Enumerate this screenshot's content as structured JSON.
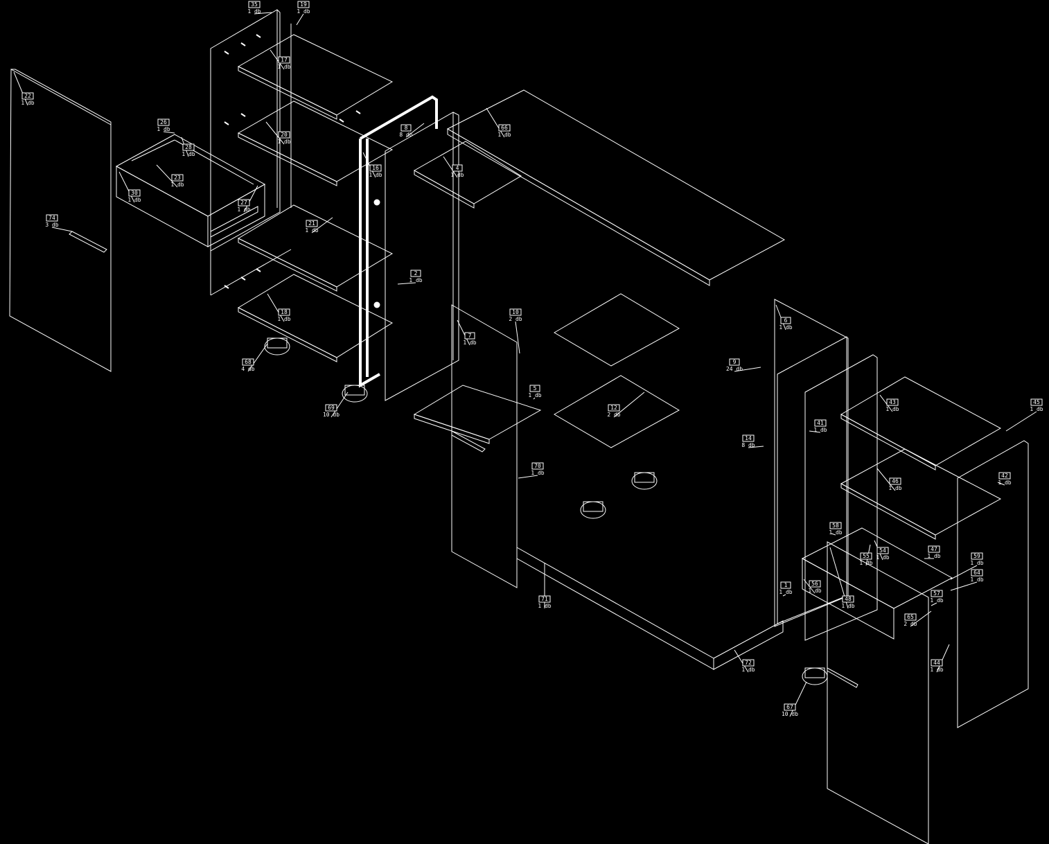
{
  "theme": {
    "background": "#000000",
    "stroke": "#ffffff"
  },
  "labels": [
    {
      "id": "l35",
      "part": "35",
      "qty": "1 db"
    },
    {
      "id": "l19",
      "part": "19",
      "qty": "1 db"
    },
    {
      "id": "l17",
      "part": "17",
      "qty": "1 db"
    },
    {
      "id": "l22",
      "part": "22",
      "qty": "1 db"
    },
    {
      "id": "l26",
      "part": "26",
      "qty": "1 db"
    },
    {
      "id": "l28",
      "part": "28",
      "qty": "1 db"
    },
    {
      "id": "l23",
      "part": "23",
      "qty": "1 db"
    },
    {
      "id": "l20",
      "part": "20",
      "qty": "1 db"
    },
    {
      "id": "l30",
      "part": "30",
      "qty": "1 db"
    },
    {
      "id": "l27",
      "part": "27",
      "qty": "1 db"
    },
    {
      "id": "l16",
      "part": "16",
      "qty": "1 db"
    },
    {
      "id": "l74",
      "part": "74",
      "qty": "3 db"
    },
    {
      "id": "l21",
      "part": "21",
      "qty": "1 db"
    },
    {
      "id": "l18",
      "part": "18",
      "qty": "1 db"
    },
    {
      "id": "l68",
      "part": "68",
      "qty": "4 db"
    },
    {
      "id": "l69",
      "part": "69",
      "qty": "10 db"
    },
    {
      "id": "l8",
      "part": "8",
      "qty": "8 db"
    },
    {
      "id": "l66",
      "part": "66",
      "qty": "1 db"
    },
    {
      "id": "l4",
      "part": "4",
      "qty": "1 db"
    },
    {
      "id": "l2",
      "part": "2",
      "qty": "1 db"
    },
    {
      "id": "l7",
      "part": "7",
      "qty": "1 db"
    },
    {
      "id": "l10",
      "part": "10",
      "qty": "2 db"
    },
    {
      "id": "l5",
      "part": "5",
      "qty": "1 db"
    },
    {
      "id": "l70",
      "part": "70",
      "qty": "1 db"
    },
    {
      "id": "l12",
      "part": "12",
      "qty": "2 db"
    },
    {
      "id": "l71",
      "part": "71",
      "qty": "1 db"
    },
    {
      "id": "l6",
      "part": "6",
      "qty": "1 db"
    },
    {
      "id": "l9",
      "part": "9",
      "qty": "24 db"
    },
    {
      "id": "l14",
      "part": "14",
      "qty": "8 db"
    },
    {
      "id": "l41",
      "part": "41",
      "qty": "1 db"
    },
    {
      "id": "l43",
      "part": "43",
      "qty": "1 db"
    },
    {
      "id": "l45",
      "part": "45",
      "qty": "1 db"
    },
    {
      "id": "l42",
      "part": "42",
      "qty": "1 db"
    },
    {
      "id": "l46",
      "part": "46",
      "qty": "1 db"
    },
    {
      "id": "l58",
      "part": "58",
      "qty": "1 db"
    },
    {
      "id": "l55",
      "part": "55",
      "qty": "1 db"
    },
    {
      "id": "l54",
      "part": "54",
      "qty": "1 db"
    },
    {
      "id": "l47",
      "part": "47",
      "qty": "1 db"
    },
    {
      "id": "l59",
      "part": "59",
      "qty": "1 db"
    },
    {
      "id": "l64",
      "part": "64",
      "qty": "1 db"
    },
    {
      "id": "l56",
      "part": "56",
      "qty": "1 db"
    },
    {
      "id": "l1",
      "part": "1",
      "qty": "1 db"
    },
    {
      "id": "l48",
      "part": "48",
      "qty": "1 db"
    },
    {
      "id": "l57",
      "part": "57",
      "qty": "1 db"
    },
    {
      "id": "l65",
      "part": "65",
      "qty": "2 db"
    },
    {
      "id": "l72",
      "part": "72",
      "qty": "1 db"
    },
    {
      "id": "l44",
      "part": "44",
      "qty": "1 db"
    },
    {
      "id": "l67",
      "part": "67",
      "qty": "10 db"
    }
  ]
}
